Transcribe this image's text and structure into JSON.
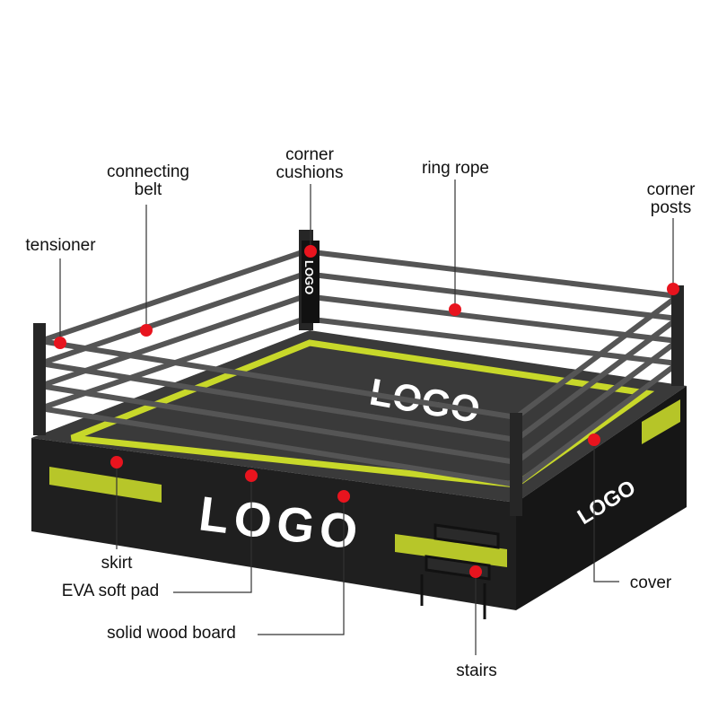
{
  "labels": {
    "connecting_belt": [
      "connecting",
      "belt"
    ],
    "corner_cushions": [
      "corner",
      "cushions"
    ],
    "ring_rope": "ring rope",
    "corner_posts": [
      "corner",
      "posts"
    ],
    "tensioner": "tensioner",
    "skirt": "skirt",
    "eva_soft_pad": "EVA soft pad",
    "solid_wood_board": "solid wood board",
    "stairs": "stairs",
    "cover": "cover"
  },
  "logos": {
    "mat": "LOGO",
    "front_skirt": "LOGO",
    "side_skirt": "LOGO",
    "corner_pad": "LOGO"
  },
  "colors": {
    "accent": "#c8d82a",
    "marker": "#e8141e",
    "ring_body": "#2a2a2a",
    "leader_line": "#333333"
  }
}
